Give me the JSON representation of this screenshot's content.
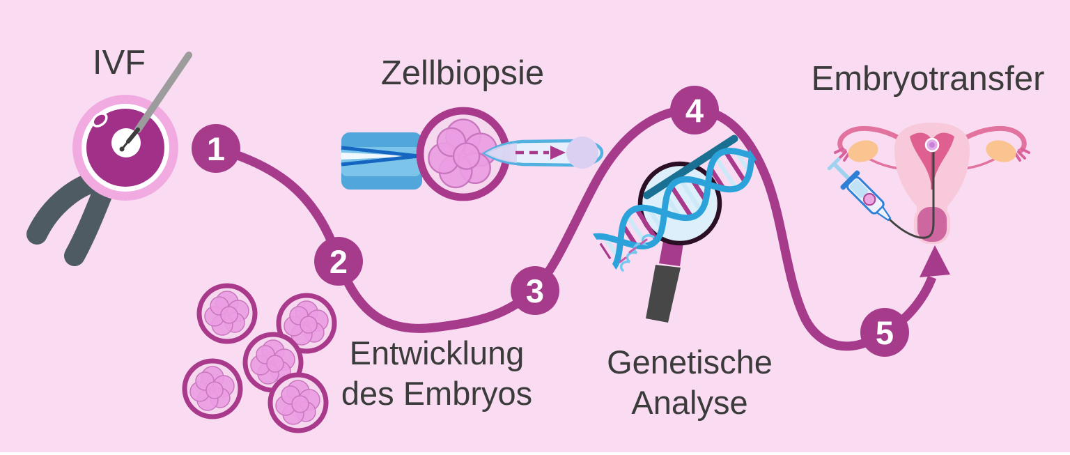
{
  "diagram": {
    "background_color": "#fadcf2",
    "accent_color": "#a63b8c",
    "text_color": "#3b3b3b",
    "steps": [
      {
        "number": "1",
        "label": "IVF",
        "icon": "egg-fertilization-icon"
      },
      {
        "number": "2",
        "label": "Entwicklung des Embryos",
        "label_line1": "Entwicklung",
        "label_line2": "des Embryos",
        "icon": "embryo-cluster-icon"
      },
      {
        "number": "3",
        "label": "Zellbiopsie",
        "icon": "cell-biopsy-icon"
      },
      {
        "number": "4",
        "label": "Genetische Analyse",
        "label_line1": "Genetische",
        "label_line2": "Analyse",
        "icon": "dna-magnifier-icon"
      },
      {
        "number": "5",
        "label": "Embryotransfer",
        "icon": "uterus-embryo-transfer-icon"
      }
    ]
  }
}
